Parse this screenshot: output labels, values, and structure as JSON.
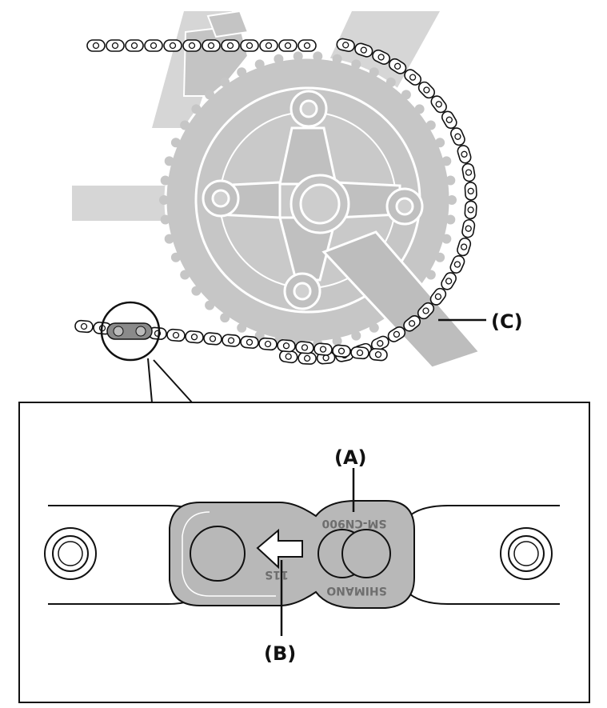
{
  "labels": {
    "a": "(A)",
    "b": "(B)",
    "c": "(C)"
  },
  "connecting_link": {
    "model_text": "SM-CN900",
    "brand_text": "SHIMANO",
    "speed_text": "11S"
  },
  "colors": {
    "component_gray": "#bdbdbd",
    "component_outline": "#ffffff",
    "link_plate_fill": "#b8b8b8",
    "stamp_text": "#6e6e6e",
    "line": "#111111"
  }
}
